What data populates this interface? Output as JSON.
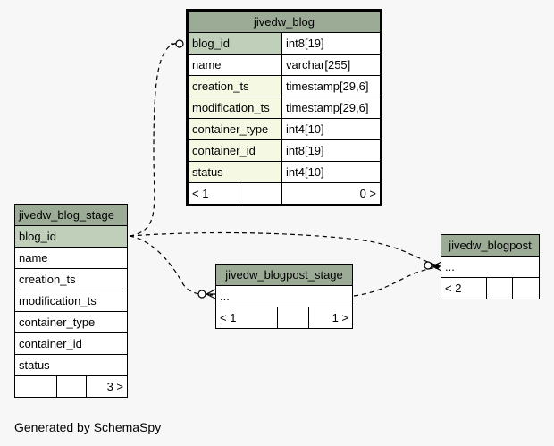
{
  "tables": {
    "jivedw_blog": {
      "title": "jivedw_blog",
      "columns": [
        {
          "name": "blog_id",
          "type": "int8[19]"
        },
        {
          "name": "name",
          "type": "varchar[255]"
        },
        {
          "name": "creation_ts",
          "type": "timestamp[29,6]"
        },
        {
          "name": "modification_ts",
          "type": "timestamp[29,6]"
        },
        {
          "name": "container_type",
          "type": "int4[10]"
        },
        {
          "name": "container_id",
          "type": "int8[19]"
        },
        {
          "name": "status",
          "type": "int4[10]"
        }
      ],
      "footer_left": "< 1",
      "footer_right": "0 >"
    },
    "jivedw_blog_stage": {
      "title": "jivedw_blog_stage",
      "columns": [
        "blog_id",
        "name",
        "creation_ts",
        "modification_ts",
        "container_type",
        "container_id",
        "status"
      ],
      "footer_right": "3 >"
    },
    "jivedw_blogpost_stage": {
      "title": "jivedw_blogpost_stage",
      "columns": [
        "..."
      ],
      "footer_left": "< 1",
      "footer_right": "1 >"
    },
    "jivedw_blogpost": {
      "title": "jivedw_blogpost",
      "columns": [
        "..."
      ],
      "footer_left": "< 2"
    }
  },
  "footer": "Generated by SchemaSpy"
}
